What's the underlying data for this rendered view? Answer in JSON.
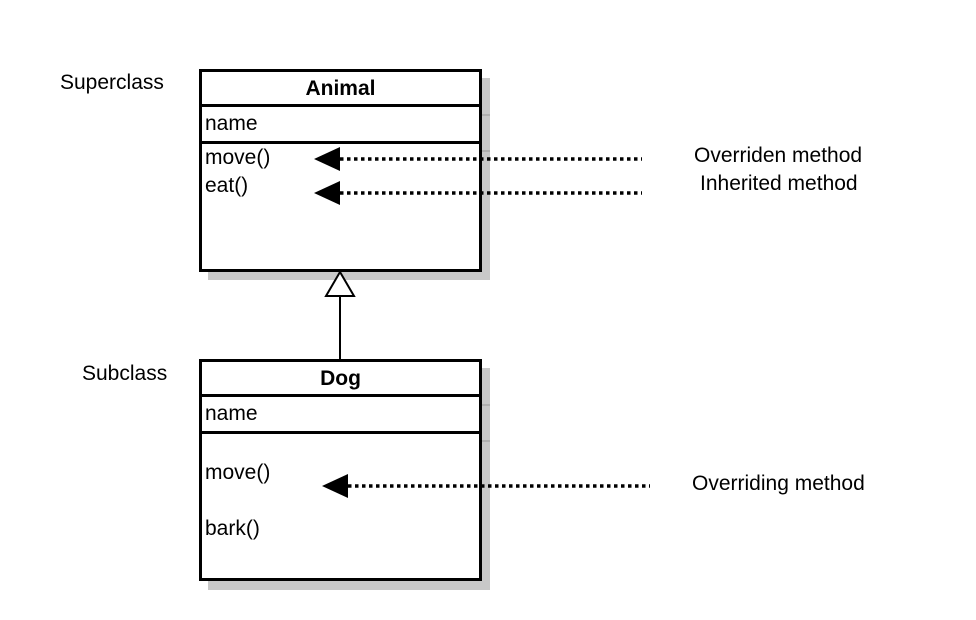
{
  "superclass": {
    "role_label": "Superclass",
    "name": "Animal",
    "attributes": [
      "name"
    ],
    "methods": [
      "move()",
      "eat()"
    ]
  },
  "subclass": {
    "role_label": "Subclass",
    "name": "Dog",
    "attributes": [
      "name"
    ],
    "methods": [
      "move()",
      "bark()"
    ]
  },
  "annotations": {
    "overriden": "Overriden method",
    "inherited": "Inherited method",
    "overriding": "Overriding method"
  }
}
